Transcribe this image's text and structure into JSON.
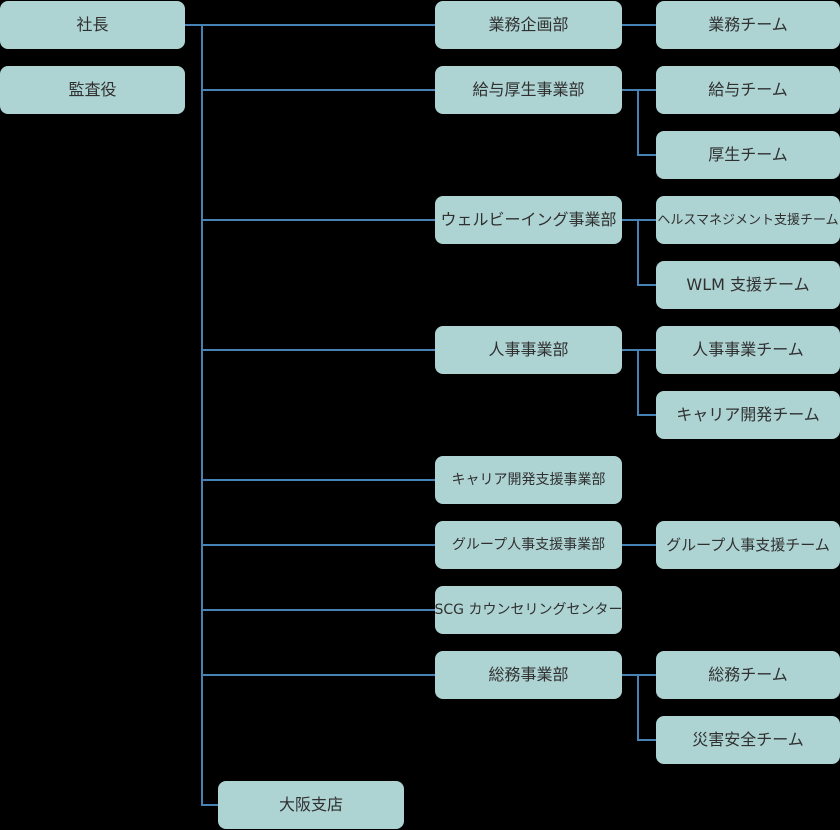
{
  "org_chart": {
    "title": "organization-chart",
    "colors": {
      "background": "#000000",
      "box_fill": "#aed3d3",
      "connector": "#4682b4",
      "text": "#303030"
    },
    "executives": [
      {
        "label": "社長"
      },
      {
        "label": "監査役"
      }
    ],
    "departments": [
      {
        "label": "業務企画部",
        "teams": [
          "業務チーム"
        ]
      },
      {
        "label": "給与厚生事業部",
        "teams": [
          "給与チーム",
          "厚生チーム"
        ]
      },
      {
        "label": "ウェルビーイング事業部",
        "teams": [
          "ヘルスマネジメント支援チーム",
          "WLM 支援チーム"
        ]
      },
      {
        "label": "人事事業部",
        "teams": [
          "人事事業チーム",
          "キャリア開発チーム"
        ]
      },
      {
        "label": "キャリア開発支援事業部",
        "teams": []
      },
      {
        "label": "グループ人事支援事業部",
        "teams": [
          "グループ人事支援チーム"
        ]
      },
      {
        "label": "SCG カウンセリングセンター",
        "teams": []
      },
      {
        "label": "総務事業部",
        "teams": [
          "総務チーム",
          "災害安全チーム"
        ]
      }
    ],
    "branch_office": {
      "label": "大阪支店"
    }
  }
}
